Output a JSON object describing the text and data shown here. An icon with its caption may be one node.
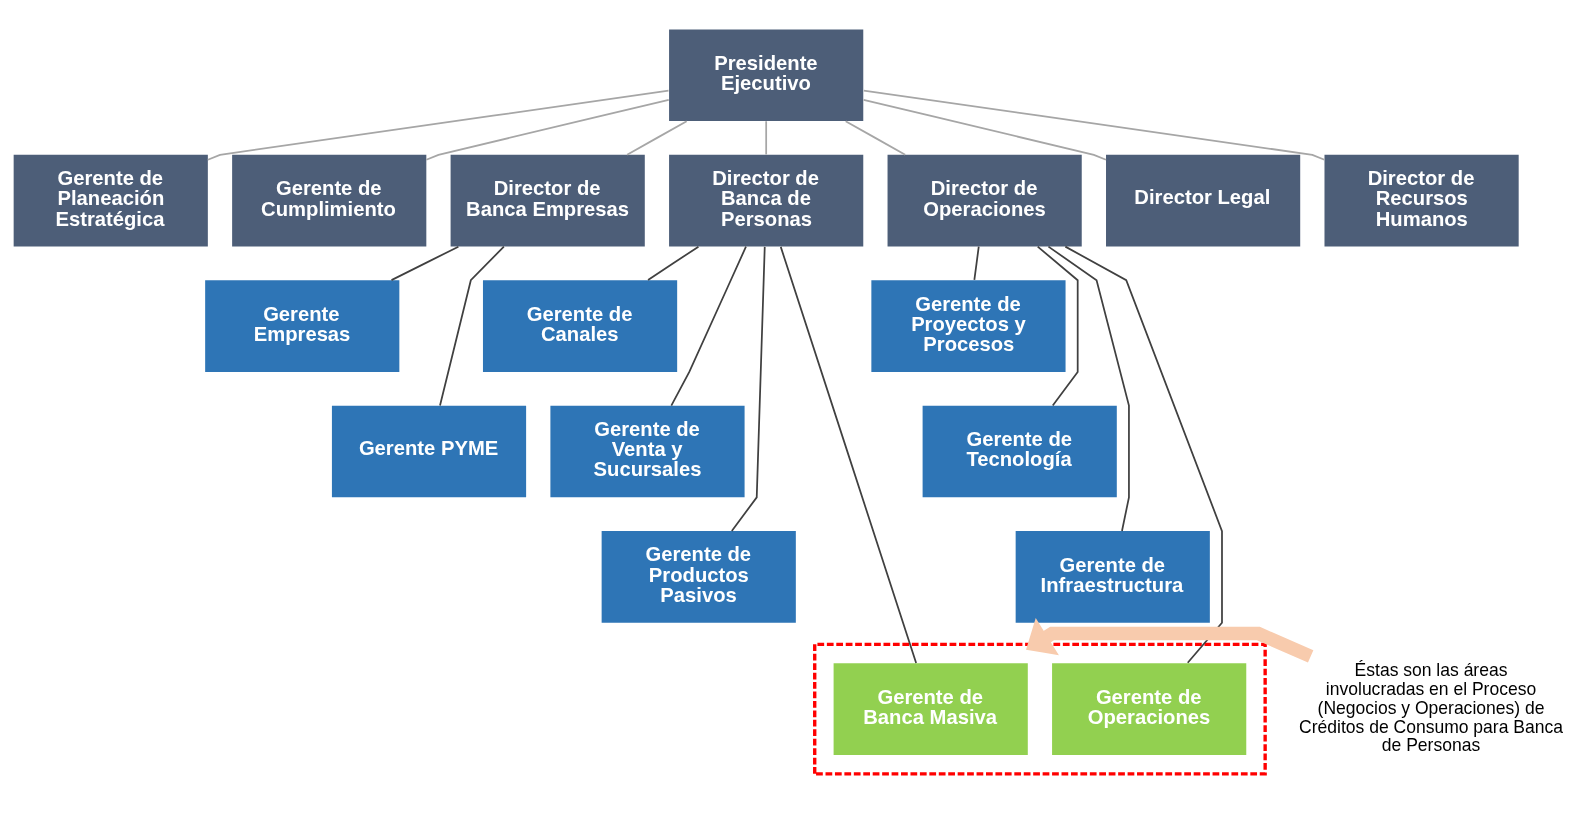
{
  "diagram": {
    "nodes": [
      {
        "text": [
          "Presidente Ejecutivo"
        ]
      },
      {
        "text": [
          "Gerente de Planeación Estratégica"
        ]
      },
      {
        "text": [
          "Gerente de Cumplimiento"
        ]
      },
      {
        "text": [
          "Director de Banca Empresas"
        ]
      },
      {
        "text": [
          "Director de Banca de Personas"
        ]
      },
      {
        "text": [
          "Director de Operaciones"
        ]
      },
      {
        "text": [
          "Director Legal"
        ]
      },
      {
        "text": [
          "Director de Recursos Humanos"
        ]
      },
      {
        "text": [
          "Gerente Empresas"
        ]
      },
      {
        "text": [
          "Gerente PYME"
        ]
      },
      {
        "text": [
          "Gerente de Canales"
        ]
      },
      {
        "text": [
          "Gerente de Venta y Sucursales"
        ]
      },
      {
        "text": [
          "Gerente de Productos Pasivos"
        ]
      },
      {
        "text": [
          "Gerente de Proyectos y Procesos"
        ]
      },
      {
        "text": [
          "Gerente de Tecnología"
        ]
      },
      {
        "text": [
          "Gerente de Infraestructura"
        ]
      },
      {
        "text": [
          "Éstas son las áreas involucradas en el Proceso (Negocios y Operaciones) de Créditos de Consumo para Banca de Personas"
        ]
      },
      {
        "text": [],
        "shape": "box"
      },
      {
        "text": [
          "Gerente de Banca Masiva"
        ],
        "in": 17
      },
      {
        "text": [
          "Gerente de Operaciones"
        ],
        "in": 17
      }
    ],
    "edges": [
      {
        "from": 0,
        "to": 1,
        "arrow": "none",
        "color": "#a6a6a6"
      },
      {
        "from": 0,
        "to": 2,
        "arrow": "none",
        "color": "#a6a6a6"
      },
      {
        "from": 0,
        "to": 3,
        "arrow": "none",
        "color": "#a6a6a6"
      },
      {
        "from": 0,
        "to": 4,
        "arrow": "none",
        "color": "#a6a6a6"
      },
      {
        "from": 0,
        "to": 5,
        "arrow": "none",
        "color": "#a6a6a6"
      },
      {
        "from": 0,
        "to": 6,
        "arrow": "none",
        "color": "#a6a6a6"
      },
      {
        "from": 0,
        "to": 7,
        "arrow": "none",
        "color": "#a6a6a6"
      },
      {
        "from": 3,
        "to": 8,
        "arrow": "none"
      },
      {
        "from": 3,
        "to": 9,
        "arrow": "none"
      },
      {
        "from": 4,
        "to": 10,
        "arrow": "none"
      },
      {
        "from": 4,
        "to": 11,
        "arrow": "none"
      },
      {
        "from": 4,
        "to": 12,
        "arrow": "none"
      },
      {
        "from": 4,
        "to": 18,
        "arrow": "none"
      },
      {
        "from": 5,
        "to": 13,
        "arrow": "none"
      },
      {
        "from": 5,
        "to": 14,
        "arrow": "none"
      },
      {
        "from": 5,
        "to": 15,
        "arrow": "none"
      },
      {
        "from": 5,
        "to": 19,
        "arrow": "none"
      },
      {
        "from": 16,
        "to": 17,
        "arrow": "to",
        "style": "thick",
        "color": "#f8cbad"
      }
    ]
  }
}
